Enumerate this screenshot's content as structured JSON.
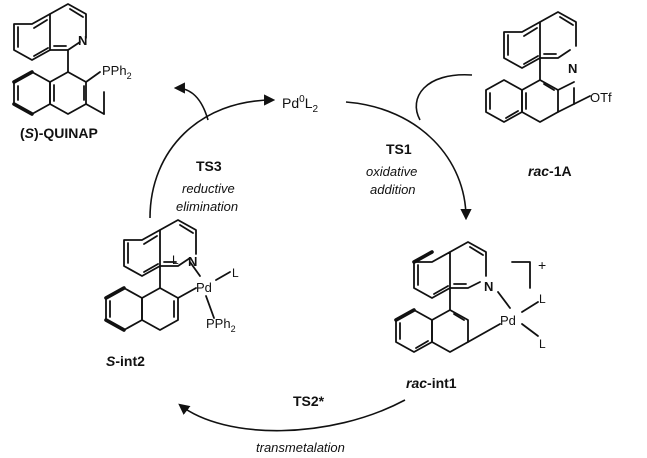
{
  "catalyst": {
    "base": "Pd",
    "sup": "0",
    "mid": "L",
    "sub": "2"
  },
  "ts1": {
    "label": "TS1",
    "desc_line1": "oxidative",
    "desc_line2": "addition"
  },
  "ts2": {
    "label": "TS2*",
    "desc": "transmetalation"
  },
  "ts3": {
    "label": "TS3",
    "desc_line1": "reductive",
    "desc_line2": "elimination"
  },
  "substrate": {
    "prefix": "rac",
    "suffix": "-1A",
    "group": "OTf",
    "n": "N"
  },
  "product": {
    "paren_open": "(",
    "stereo": "S",
    "paren_close": ")",
    "name": "-QUINAP",
    "group_base": "PPh",
    "group_sub": "2",
    "n": "N"
  },
  "int1": {
    "prefix": "rac",
    "suffix": "-int1",
    "charge": "+",
    "n": "N",
    "metal": "Pd",
    "ligand": "L"
  },
  "int2": {
    "prefix": "S",
    "suffix": "-int2",
    "n": "N",
    "metal": "Pd",
    "ligand": "L",
    "group_base": "PPh",
    "group_sub": "2"
  }
}
